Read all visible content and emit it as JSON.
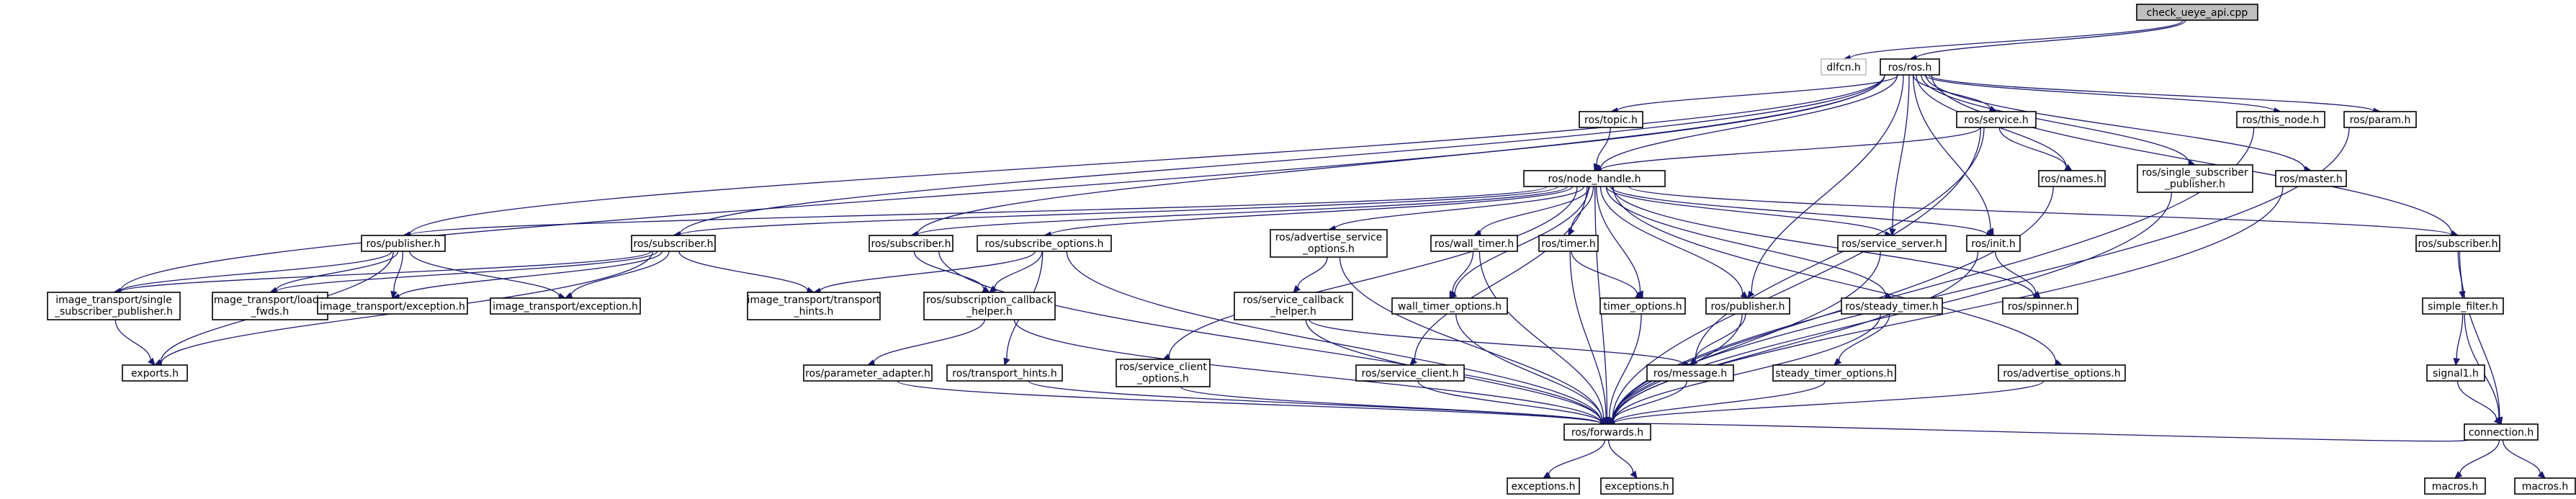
{
  "graph": {
    "edge_color": "#191970",
    "root_fill": "#bfbfbf",
    "nodes": [
      {
        "id": "root",
        "lines": [
          "check_ueye_api.cpp"
        ],
        "root": true
      },
      {
        "id": "dlfcn",
        "lines": [
          "dlfcn.h"
        ],
        "external": true
      },
      {
        "id": "ros",
        "lines": [
          "ros/ros.h"
        ]
      },
      {
        "id": "topic",
        "lines": [
          "ros/topic.h"
        ]
      },
      {
        "id": "service",
        "lines": [
          "ros/service.h"
        ]
      },
      {
        "id": "this_node",
        "lines": [
          "ros/this_node.h"
        ]
      },
      {
        "id": "param",
        "lines": [
          "ros/param.h"
        ]
      },
      {
        "id": "nodehandle",
        "lines": [
          "ros/node_handle.h"
        ]
      },
      {
        "id": "names",
        "lines": [
          "ros/names.h"
        ]
      },
      {
        "id": "single_sub_pub",
        "lines": [
          "ros/single_subscriber",
          "_publisher.h"
        ]
      },
      {
        "id": "master",
        "lines": [
          "ros/master.h"
        ]
      },
      {
        "id": "it_publisher",
        "lines": [
          "ros/publisher.h"
        ]
      },
      {
        "id": "it_subscriber",
        "lines": [
          "ros/subscriber.h"
        ]
      },
      {
        "id": "ros_subscriber2",
        "lines": [
          "ros/subscriber.h"
        ]
      },
      {
        "id": "subscribe_options",
        "lines": [
          "ros/subscribe_options.h"
        ]
      },
      {
        "id": "adv_service_options",
        "lines": [
          "ros/advertise_service",
          "_options.h"
        ]
      },
      {
        "id": "wall_timer",
        "lines": [
          "ros/wall_timer.h"
        ]
      },
      {
        "id": "timer",
        "lines": [
          "ros/timer.h"
        ]
      },
      {
        "id": "service_server",
        "lines": [
          "ros/service_server.h"
        ]
      },
      {
        "id": "init",
        "lines": [
          "ros/init.h"
        ]
      },
      {
        "id": "ros_subscriber_right",
        "lines": [
          "ros/subscriber.h"
        ]
      },
      {
        "id": "it_single_sub_pub",
        "lines": [
          "image_transport/single",
          "_subscriber_publisher.h"
        ]
      },
      {
        "id": "it_loader_fwds",
        "lines": [
          "image_transport/loader",
          "_fwds.h"
        ]
      },
      {
        "id": "it_exception1",
        "lines": [
          "image_transport/exception.h"
        ]
      },
      {
        "id": "it_exception2",
        "lines": [
          "image_transport/exception.h"
        ]
      },
      {
        "id": "it_transport_hints",
        "lines": [
          "image_transport/transport",
          "_hints.h"
        ]
      },
      {
        "id": "sub_callback_helper",
        "lines": [
          "ros/subscription_callback",
          "_helper.h"
        ]
      },
      {
        "id": "service_callback_helper",
        "lines": [
          "ros/service_callback",
          "_helper.h"
        ]
      },
      {
        "id": "wall_timer_options",
        "lines": [
          "wall_timer_options.h"
        ]
      },
      {
        "id": "timer_options",
        "lines": [
          "timer_options.h"
        ]
      },
      {
        "id": "ros_publisher",
        "lines": [
          "ros/publisher.h"
        ]
      },
      {
        "id": "steady_timer",
        "lines": [
          "ros/steady_timer.h"
        ]
      },
      {
        "id": "spinner",
        "lines": [
          "ros/spinner.h"
        ]
      },
      {
        "id": "simple_filter",
        "lines": [
          "simple_filter.h"
        ]
      },
      {
        "id": "signal1",
        "lines": [
          "signal1.h"
        ]
      },
      {
        "id": "exports",
        "lines": [
          "exports.h"
        ]
      },
      {
        "id": "parameter_adapter",
        "lines": [
          "ros/parameter_adapter.h"
        ]
      },
      {
        "id": "transport_hints",
        "lines": [
          "ros/transport_hints.h"
        ]
      },
      {
        "id": "service_client_options",
        "lines": [
          "ros/service_client",
          "_options.h"
        ]
      },
      {
        "id": "service_client",
        "lines": [
          "ros/service_client.h"
        ]
      },
      {
        "id": "message",
        "lines": [
          "ros/message.h"
        ]
      },
      {
        "id": "steady_timer_options",
        "lines": [
          "steady_timer_options.h"
        ]
      },
      {
        "id": "advertise_options",
        "lines": [
          "ros/advertise_options.h"
        ]
      },
      {
        "id": "connection",
        "lines": [
          "connection.h"
        ]
      },
      {
        "id": "forwards",
        "lines": [
          "ros/forwards.h"
        ]
      },
      {
        "id": "exceptions1",
        "lines": [
          "exceptions.h"
        ]
      },
      {
        "id": "exceptions2",
        "lines": [
          "exceptions.h"
        ]
      },
      {
        "id": "macros1",
        "lines": [
          "macros.h"
        ]
      },
      {
        "id": "macros2",
        "lines": [
          "macros.h"
        ]
      }
    ],
    "edges": [
      [
        "root",
        "dlfcn"
      ],
      [
        "root",
        "ros"
      ],
      [
        "ros",
        "topic"
      ],
      [
        "ros",
        "service"
      ],
      [
        "ros",
        "this_node"
      ],
      [
        "ros",
        "param"
      ],
      [
        "ros",
        "nodehandle"
      ],
      [
        "ros",
        "names"
      ],
      [
        "ros",
        "single_sub_pub"
      ],
      [
        "ros",
        "master"
      ],
      [
        "ros",
        "it_publisher"
      ],
      [
        "ros",
        "it_subscriber"
      ],
      [
        "ros",
        "ros_subscriber2"
      ],
      [
        "ros",
        "service_server"
      ],
      [
        "ros",
        "init"
      ],
      [
        "ros",
        "ros_subscriber_right"
      ],
      [
        "ros",
        "it_single_sub_pub"
      ],
      [
        "ros",
        "ros_publisher"
      ],
      [
        "topic",
        "nodehandle"
      ],
      [
        "service",
        "nodehandle"
      ],
      [
        "service",
        "names"
      ],
      [
        "service",
        "forwards"
      ],
      [
        "service",
        "message"
      ],
      [
        "this_node",
        "forwards"
      ],
      [
        "param",
        "forwards"
      ],
      [
        "names",
        "forwards"
      ],
      [
        "single_sub_pub",
        "forwards"
      ],
      [
        "master",
        "forwards"
      ],
      [
        "nodehandle",
        "it_publisher"
      ],
      [
        "nodehandle",
        "it_subscriber"
      ],
      [
        "nodehandle",
        "ros_subscriber2"
      ],
      [
        "nodehandle",
        "subscribe_options"
      ],
      [
        "nodehandle",
        "adv_service_options"
      ],
      [
        "nodehandle",
        "wall_timer"
      ],
      [
        "nodehandle",
        "timer"
      ],
      [
        "nodehandle",
        "service_server"
      ],
      [
        "nodehandle",
        "init"
      ],
      [
        "nodehandle",
        "ros_subscriber_right"
      ],
      [
        "nodehandle",
        "ros_publisher"
      ],
      [
        "nodehandle",
        "steady_timer"
      ],
      [
        "nodehandle",
        "service_client"
      ],
      [
        "nodehandle",
        "service_client_options"
      ],
      [
        "nodehandle",
        "advertise_options"
      ],
      [
        "nodehandle",
        "spinner"
      ],
      [
        "nodehandle",
        "forwards"
      ],
      [
        "nodehandle",
        "wall_timer_options"
      ],
      [
        "nodehandle",
        "timer_options"
      ],
      [
        "it_publisher",
        "it_single_sub_pub"
      ],
      [
        "it_publisher",
        "it_loader_fwds"
      ],
      [
        "it_publisher",
        "it_exception1"
      ],
      [
        "it_publisher",
        "it_exception2"
      ],
      [
        "it_publisher",
        "exports"
      ],
      [
        "it_subscriber",
        "it_single_sub_pub"
      ],
      [
        "it_subscriber",
        "it_loader_fwds"
      ],
      [
        "it_subscriber",
        "it_exception1"
      ],
      [
        "it_subscriber",
        "it_exception2"
      ],
      [
        "it_subscriber",
        "it_transport_hints"
      ],
      [
        "it_subscriber",
        "exports"
      ],
      [
        "it_single_sub_pub",
        "exports"
      ],
      [
        "ros_subscriber2",
        "sub_callback_helper"
      ],
      [
        "ros_subscriber2",
        "forwards"
      ],
      [
        "subscribe_options",
        "it_transport_hints"
      ],
      [
        "subscribe_options",
        "sub_callback_helper"
      ],
      [
        "subscribe_options",
        "transport_hints"
      ],
      [
        "subscribe_options",
        "forwards"
      ],
      [
        "sub_callback_helper",
        "parameter_adapter"
      ],
      [
        "sub_callback_helper",
        "forwards"
      ],
      [
        "adv_service_options",
        "service_callback_helper"
      ],
      [
        "adv_service_options",
        "forwards"
      ],
      [
        "service_callback_helper",
        "message"
      ],
      [
        "service_callback_helper",
        "forwards"
      ],
      [
        "wall_timer",
        "wall_timer_options"
      ],
      [
        "wall_timer",
        "forwards"
      ],
      [
        "timer",
        "timer_options"
      ],
      [
        "timer",
        "forwards"
      ],
      [
        "wall_timer_options",
        "forwards"
      ],
      [
        "timer_options",
        "forwards"
      ],
      [
        "ros_publisher",
        "message"
      ],
      [
        "ros_publisher",
        "forwards"
      ],
      [
        "steady_timer",
        "steady_timer_options"
      ],
      [
        "steady_timer",
        "forwards"
      ],
      [
        "steady_timer_options",
        "forwards"
      ],
      [
        "service_server",
        "forwards"
      ],
      [
        "init",
        "spinner"
      ],
      [
        "init",
        "forwards"
      ],
      [
        "service_client_options",
        "forwards"
      ],
      [
        "service_client",
        "forwards"
      ],
      [
        "message",
        "forwards"
      ],
      [
        "advertise_options",
        "forwards"
      ],
      [
        "parameter_adapter",
        "forwards"
      ],
      [
        "transport_hints",
        "forwards"
      ],
      [
        "ros_subscriber_right",
        "simple_filter"
      ],
      [
        "ros_subscriber_right",
        "connection"
      ],
      [
        "simple_filter",
        "signal1"
      ],
      [
        "simple_filter",
        "connection"
      ],
      [
        "signal1",
        "connection"
      ],
      [
        "connection",
        "forwards"
      ],
      [
        "connection",
        "macros1"
      ],
      [
        "connection",
        "macros2"
      ],
      [
        "forwards",
        "exceptions1"
      ],
      [
        "forwards",
        "exceptions2"
      ]
    ]
  }
}
